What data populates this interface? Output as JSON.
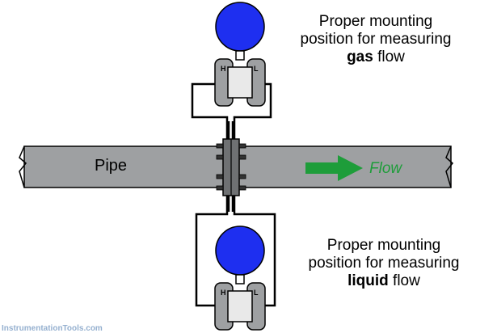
{
  "pipe": {
    "label": "Pipe"
  },
  "flow": {
    "label": "Flow",
    "arrow_color": "#1e9d3a"
  },
  "top_caption": {
    "line1": "Proper mounting",
    "line2": "position for measuring",
    "bold_word": "gas",
    "suffix": " flow"
  },
  "bottom_caption": {
    "line1": "Proper mounting",
    "line2": "position for measuring",
    "bold_word": "liquid",
    "suffix": " flow"
  },
  "transmitter": {
    "high_port": "H",
    "low_port": "L"
  },
  "colors": {
    "pipe_fill": "#9ea0a2",
    "gauge_blue": "#1e2ff0",
    "flange": "#6f7173"
  },
  "watermark": "InstrumentationTools.com"
}
